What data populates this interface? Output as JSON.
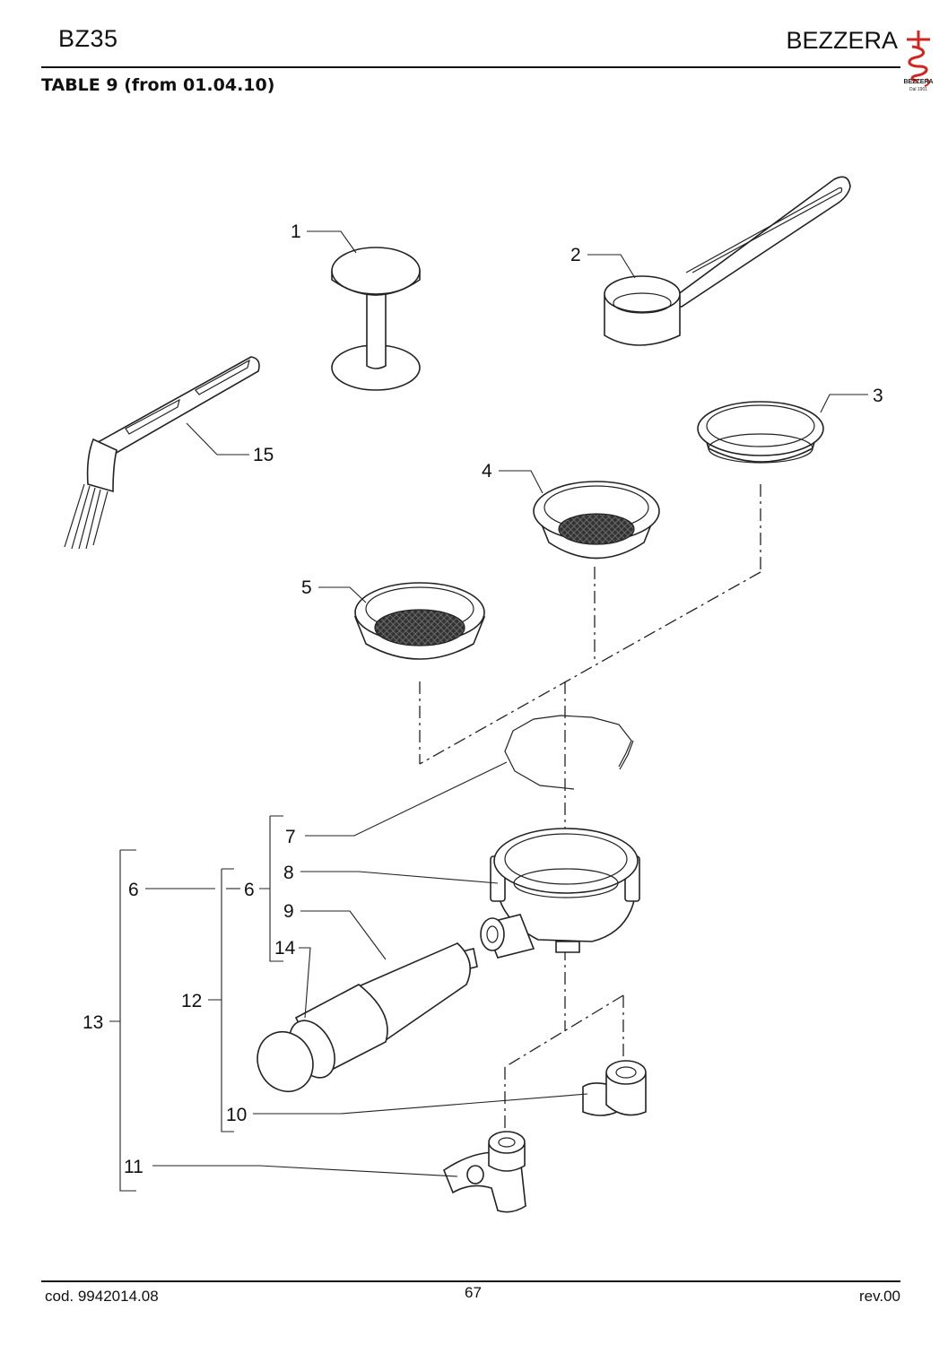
{
  "header": {
    "model": "BZ35",
    "brand": "BEZZERA",
    "table_title": "TABLE 9 (from 01.04.10)",
    "logo_text": "BEZZERA",
    "logo_subtext": "Dal 1901"
  },
  "callouts": {
    "c1": "1",
    "c2": "2",
    "c3": "3",
    "c4": "4",
    "c5": "5",
    "c6a": "6",
    "c6b": "6",
    "c7": "7",
    "c8": "8",
    "c9": "9",
    "c10": "10",
    "c11": "11",
    "c12": "12",
    "c13": "13",
    "c14": "14",
    "c15": "15"
  },
  "footer": {
    "code": "cod. 9942014.08",
    "page": "67",
    "revision": "rev.00"
  },
  "colors": {
    "ink": "#111111",
    "logo_red": "#d2231f",
    "mesh": "#333333"
  }
}
